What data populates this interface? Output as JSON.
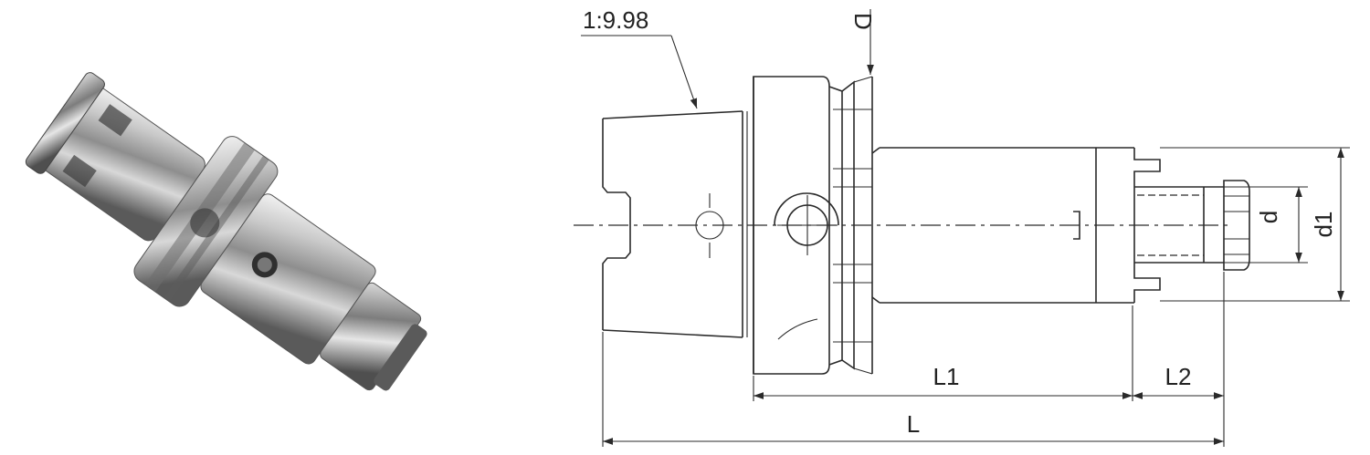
{
  "labels": {
    "taper": "1:9.98",
    "D": "D",
    "d": "d",
    "d1": "d1",
    "L1": "L1",
    "L2": "L2",
    "L": "L"
  },
  "colors": {
    "line": "#2a2a2a",
    "steel_light": "#e9e9e9",
    "steel_mid": "#a8a8a8",
    "steel_dark": "#4a4a4a"
  }
}
